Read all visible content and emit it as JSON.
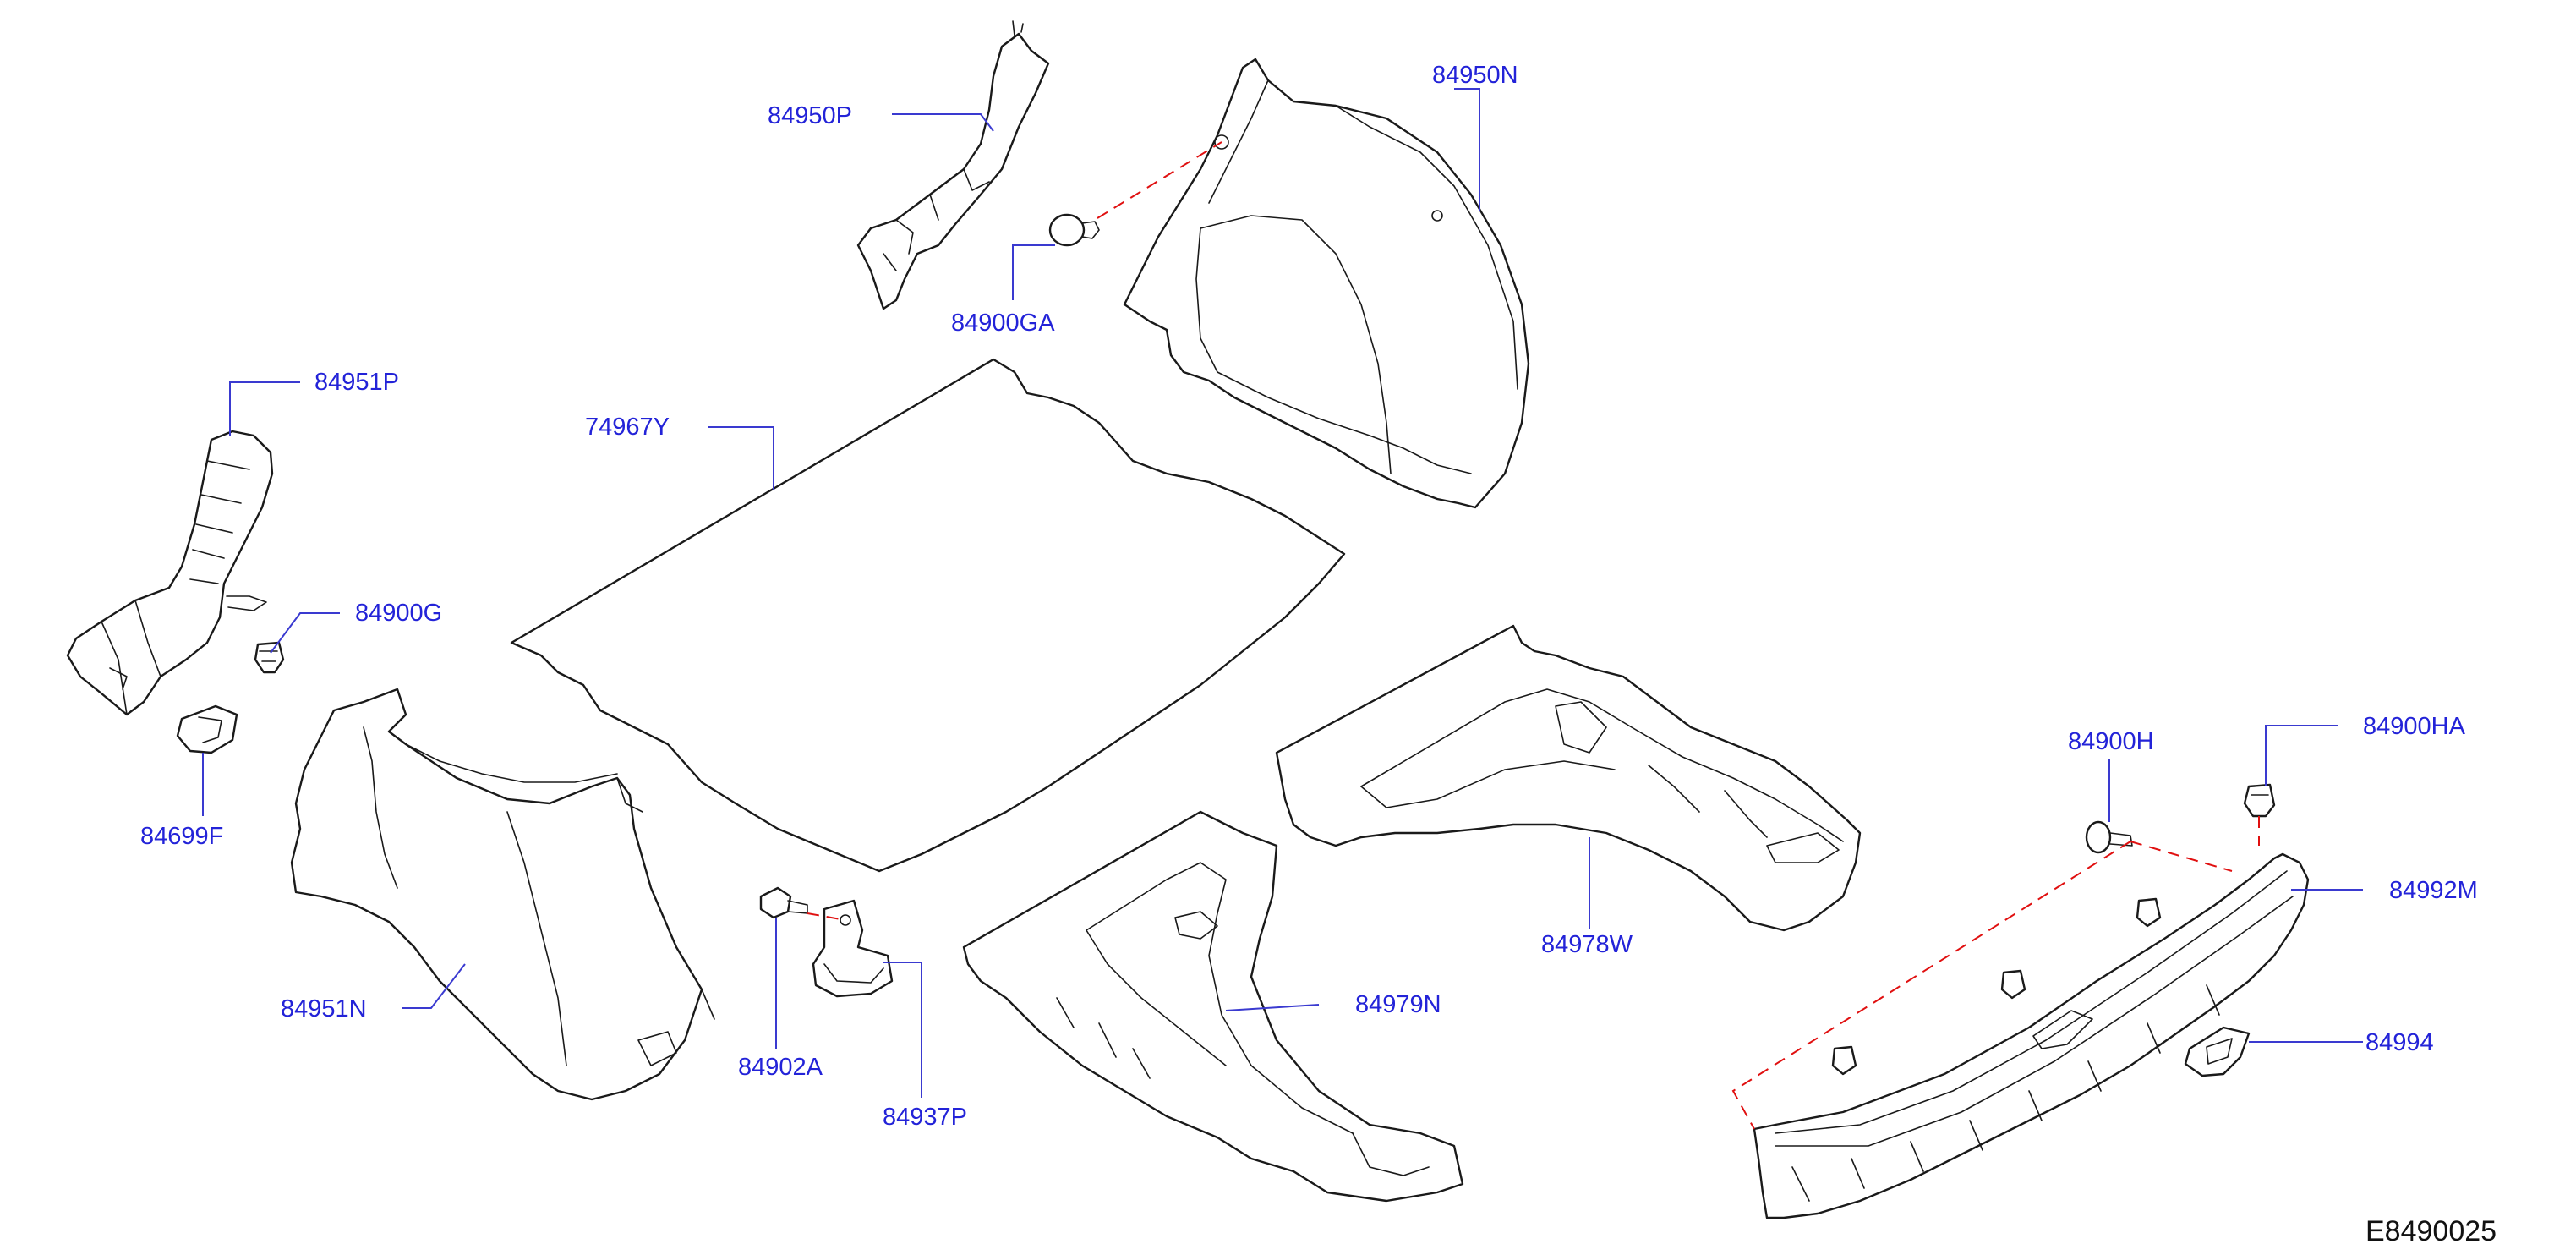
{
  "figure_id": "E8490025",
  "colors": {
    "label": "#2323d8",
    "leader": "#3a3ad0",
    "dashed_link": "#e01010",
    "outline": "#1a1a1a"
  },
  "parts": [
    {
      "id": "p84950P",
      "number": "84950P"
    },
    {
      "id": "p84950N",
      "number": "84950N"
    },
    {
      "id": "p84900GA",
      "number": "84900GA"
    },
    {
      "id": "p84951P",
      "number": "84951P"
    },
    {
      "id": "p74967Y",
      "number": "74967Y"
    },
    {
      "id": "p84900G",
      "number": "84900G"
    },
    {
      "id": "p84699F",
      "number": "84699F"
    },
    {
      "id": "p84951N",
      "number": "84951N"
    },
    {
      "id": "p84902A",
      "number": "84902A"
    },
    {
      "id": "p84937P",
      "number": "84937P"
    },
    {
      "id": "p84979N",
      "number": "84979N"
    },
    {
      "id": "p84978W",
      "number": "84978W"
    },
    {
      "id": "p84900H",
      "number": "84900H"
    },
    {
      "id": "p84900HA",
      "number": "84900HA"
    },
    {
      "id": "p84992M",
      "number": "84992M"
    },
    {
      "id": "p84994",
      "number": "84994"
    }
  ]
}
